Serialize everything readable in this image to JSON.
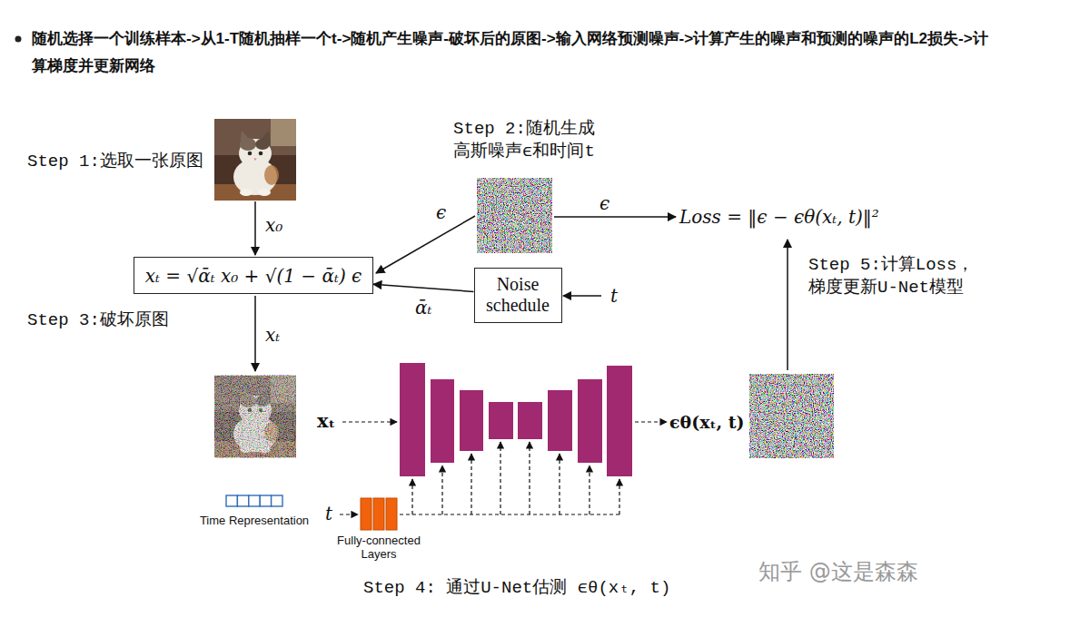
{
  "diagram": {
    "nodes": [
      {
        "text": [
          "xₜ = √ᾱₜ x₀ + √(1 − ᾱₜ) ϵ"
        ]
      },
      {
        "text": [
          "Noise schedule"
        ]
      },
      {
        "text": [
          "Time Representation"
        ]
      },
      {
        "text": [
          "Fully-connected Layers"
        ]
      }
    ],
    "edges": [
      {
        "from": 1,
        "to": 0,
        "label": "ᾱₜ",
        "arrow": "to"
      }
    ],
    "labels": [
      "随机选择一个训练样本->从1-T随机抽样一个t->随机产生噪声-破坏后的原图->输入网络预测噪声->计算产生的噪声和预测的噪声的L2损失->计算梯度并更新网络",
      "Step 1:选取一张原图",
      "Step 2:随机生成 高斯噪声ϵ和时间t",
      "x₀",
      "ϵ",
      "ϵ",
      "Loss = ‖ϵ − ϵθ(xₜ, t)‖²",
      "t",
      "Step 5:计算Loss， 梯度更新U-Net模型",
      "Step 3:破坏原图",
      "xₜ",
      "xₜ",
      "ϵθ(xₜ, t)",
      "t",
      "Step 4: 通过U-Net估测 ϵθ(xₜ, t)",
      "知乎 @这是森森"
    ]
  }
}
